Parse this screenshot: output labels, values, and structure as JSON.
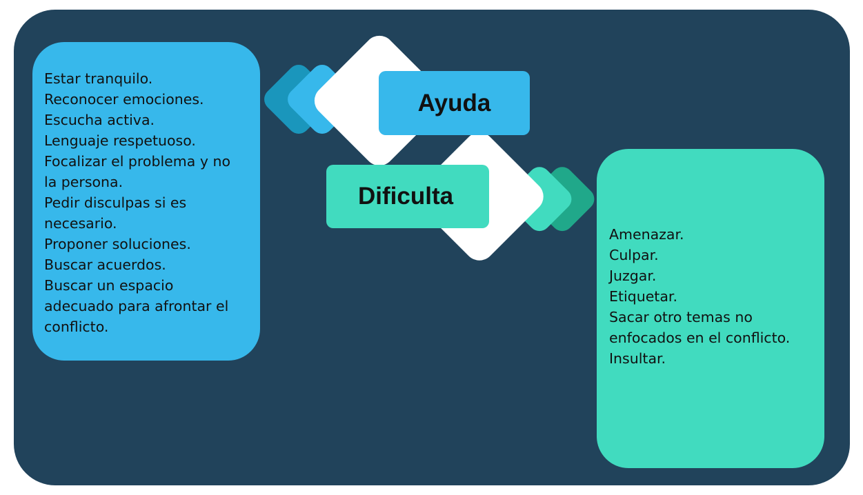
{
  "colors": {
    "panel": "#21435b",
    "ayuda_blue": "#37b8eb",
    "ayuda_blue_dark": "#1a96bc",
    "dificulta_green": "#41dbbf",
    "dificulta_green_dark": "#20a88a",
    "white": "#ffffff"
  },
  "ayuda": {
    "label": "Ayuda",
    "items": [
      "Estar tranquilo.",
      "Reconocer emociones.",
      "Escucha activa.",
      "Lenguaje respetuoso.",
      "Focalizar el problema y no",
      "la persona.",
      "Pedir disculpas si es",
      "necesario.",
      "Proponer soluciones.",
      "Buscar acuerdos.",
      "Buscar un espacio",
      "adecuado para afrontar el",
      "conflicto."
    ]
  },
  "dificulta": {
    "label": "Dificulta",
    "items": [
      "Amenazar.",
      "Culpar.",
      "Juzgar.",
      "Etiquetar.",
      "Sacar otro temas no",
      "enfocados en el conflicto.",
      "Insultar."
    ]
  }
}
